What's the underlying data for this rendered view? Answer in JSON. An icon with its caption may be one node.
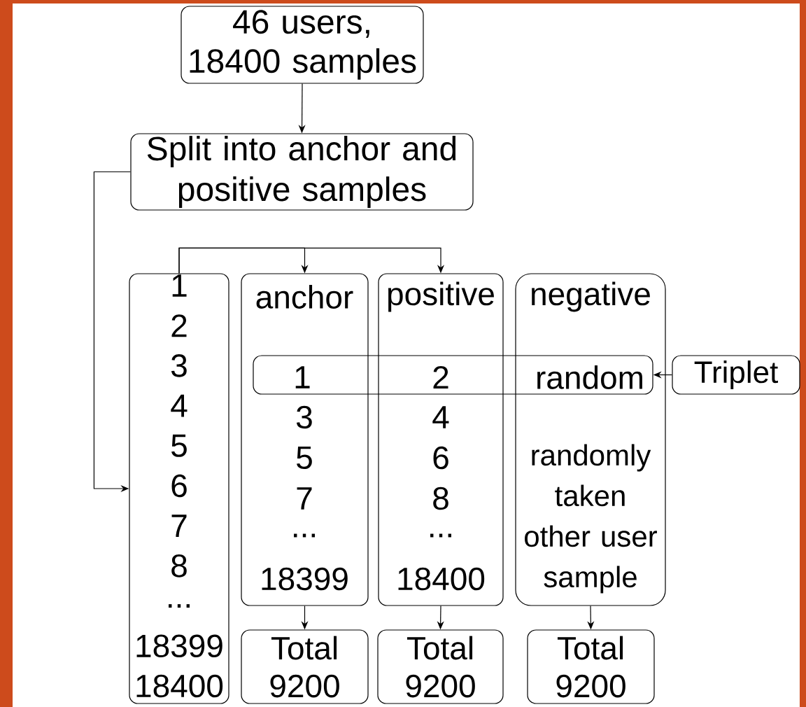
{
  "diagram": {
    "nodes": [
      {
        "text": [
          "46 users, 18400 samples"
        ]
      },
      {
        "text": [
          "Split into anchor and positive samples"
        ]
      },
      {
        "text": [
          "1",
          "2",
          "3",
          "4",
          "5",
          "6",
          "7",
          "8",
          "...",
          "18399",
          "18400"
        ]
      },
      {
        "text": [
          "anchor",
          "3",
          "5",
          "7",
          "...",
          "18399"
        ]
      },
      {
        "text": [
          "positive",
          "4",
          "6",
          "8",
          "...",
          "18400"
        ]
      },
      {
        "text": [
          "negative",
          "randomly taken other user sample"
        ]
      },
      {
        "text": [
          "1",
          "2",
          "random"
        ]
      },
      {
        "text": [
          "Triplet"
        ]
      },
      {
        "text": [
          "Total 9200"
        ]
      },
      {
        "text": [
          "Total 9200"
        ]
      },
      {
        "text": [
          "Total 9200"
        ]
      }
    ],
    "edges": [
      {
        "from": 0,
        "to": 1,
        "arrow": "to"
      },
      {
        "from": 1,
        "to": 2,
        "arrow": "to"
      },
      {
        "from": 2,
        "to": 3,
        "arrow": "to"
      },
      {
        "from": 2,
        "to": 4,
        "arrow": "to"
      },
      {
        "from": 7,
        "to": 6,
        "arrow": "to"
      },
      {
        "from": 3,
        "to": 8,
        "arrow": "to"
      },
      {
        "from": 4,
        "to": 9,
        "arrow": "to"
      },
      {
        "from": 5,
        "to": 10,
        "arrow": "to"
      }
    ]
  }
}
